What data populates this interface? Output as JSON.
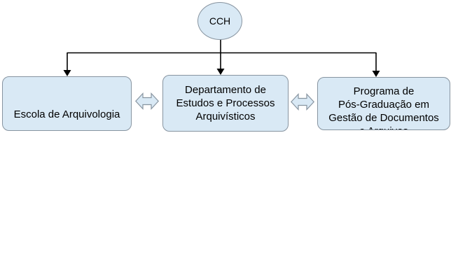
{
  "diagram": {
    "type": "org-chart",
    "root": {
      "id": "cch",
      "shape": "ellipse",
      "label": "CCH"
    },
    "children": [
      {
        "id": "escola-de-arquivologia",
        "shape": "rounded-rectangle",
        "label": "Escola de Arquivologia"
      },
      {
        "id": "departamento-estudos-processos-arquivisticos",
        "shape": "rounded-rectangle",
        "label": "Departamento de\nEstudos e Processos\nArquivísticos"
      },
      {
        "id": "programa-pos-graduacao",
        "shape": "rounded-rectangle",
        "label": "Programa de\nPós-Graduação em\nGestão de Documentos\ne Arquivos"
      }
    ],
    "connectors": {
      "hierarchy": "CCH connects with arrows down to all three boxes",
      "lateral": "double-headed arrows between adjacent boxes"
    }
  },
  "colors": {
    "node_fill": "#d9e9f5",
    "node_border": "#8794a0",
    "connector": "#000000",
    "text": "#000000",
    "background": "#ffffff"
  }
}
